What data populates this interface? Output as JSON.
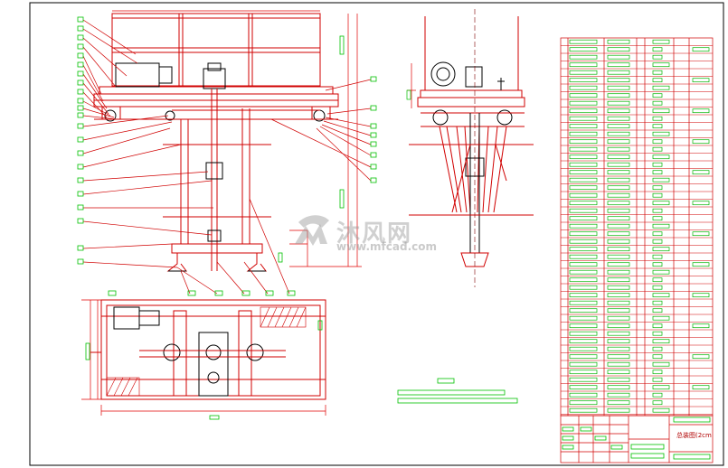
{
  "watermark": {
    "text": "沐风网",
    "url": "www.mfcad.com"
  },
  "title_block": {
    "drawing_title": "总装图(2cm"
  },
  "colors": {
    "drawing_line": "#d00000",
    "dimension_line": "#e00000",
    "leader_text": "#00c000",
    "table_text": "#00b400",
    "outline": "#000000",
    "centerline": "#800000",
    "watermark": "#969696"
  },
  "icons": {
    "watermark_logo": "mfcad-logo-icon"
  }
}
